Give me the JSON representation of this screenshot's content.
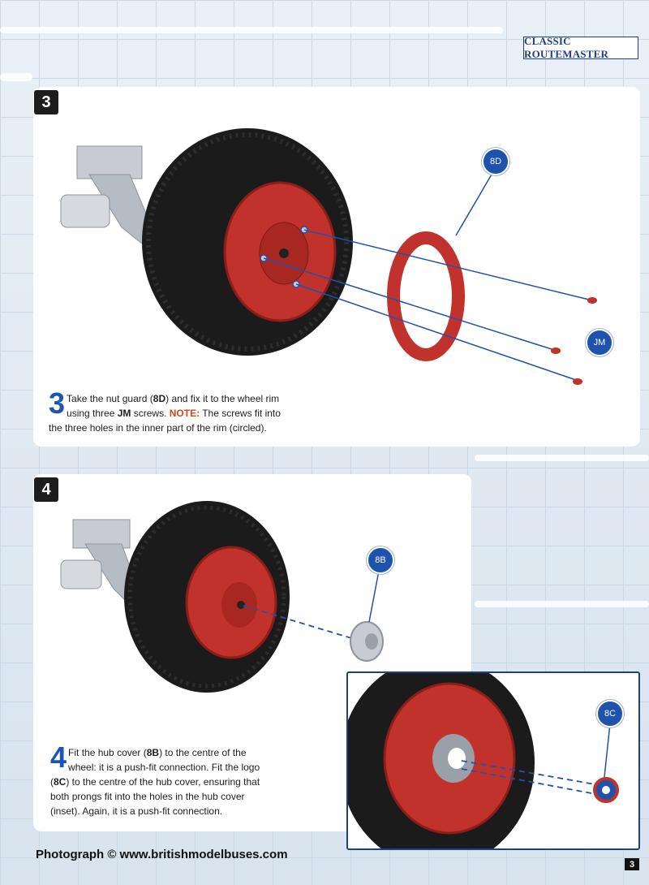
{
  "header": {
    "series_title": "CLASSIC ROUTEMASTER"
  },
  "steps": [
    {
      "number": "3",
      "instruction": {
        "lead_digit": "3",
        "text_1": "Take the nut guard (",
        "part_1": "8D",
        "text_2": ") and fix it to the wheel rim using three ",
        "part_2": "JM",
        "text_3": " screws. ",
        "note_label": "NOTE:",
        "text_4": " The screws fit into the three holes in the inner part of the rim (circled)."
      },
      "callouts": [
        "8D",
        "JM"
      ]
    },
    {
      "number": "4",
      "instruction": {
        "lead_digit": "4",
        "text_1": "Fit the hub cover (",
        "part_1": "8B",
        "text_2": ") to the centre of the wheel: it is a push-fit connection. Fit the logo (",
        "part_2": "8C",
        "text_3": ") to the centre of the hub cover, ensuring that both prongs fit into the holes in the hub cover (inset). Again, it is a push-fit connection."
      },
      "callouts": [
        "8B",
        "8C"
      ]
    }
  ],
  "footer": {
    "credit": "Photograph © www.britishmodelbuses.com",
    "page_number": "3"
  },
  "colors": {
    "accent_blue": "#1f52ad",
    "rim_red": "#c0322b",
    "note_orange": "#d0451b",
    "tyre_black": "#1b1b1b"
  }
}
